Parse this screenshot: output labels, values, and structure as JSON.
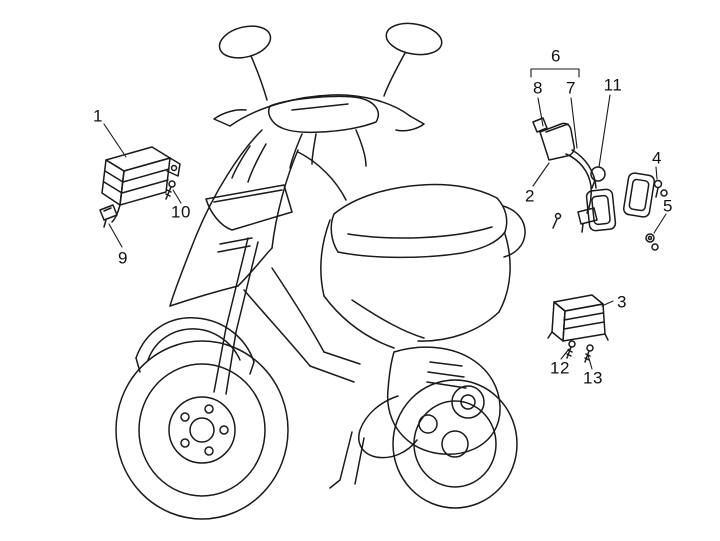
{
  "diagram": {
    "background_color": "#ffffff",
    "line_color": "#1a1a1a",
    "callouts": [
      {
        "label": "1"
      },
      {
        "label": "2"
      },
      {
        "label": "3"
      },
      {
        "label": "4"
      },
      {
        "label": "5"
      },
      {
        "label": "6"
      },
      {
        "label": "7"
      },
      {
        "label": "8"
      },
      {
        "label": "9"
      },
      {
        "label": "10"
      },
      {
        "label": "11"
      },
      {
        "label": "12"
      },
      {
        "label": "13"
      }
    ]
  }
}
